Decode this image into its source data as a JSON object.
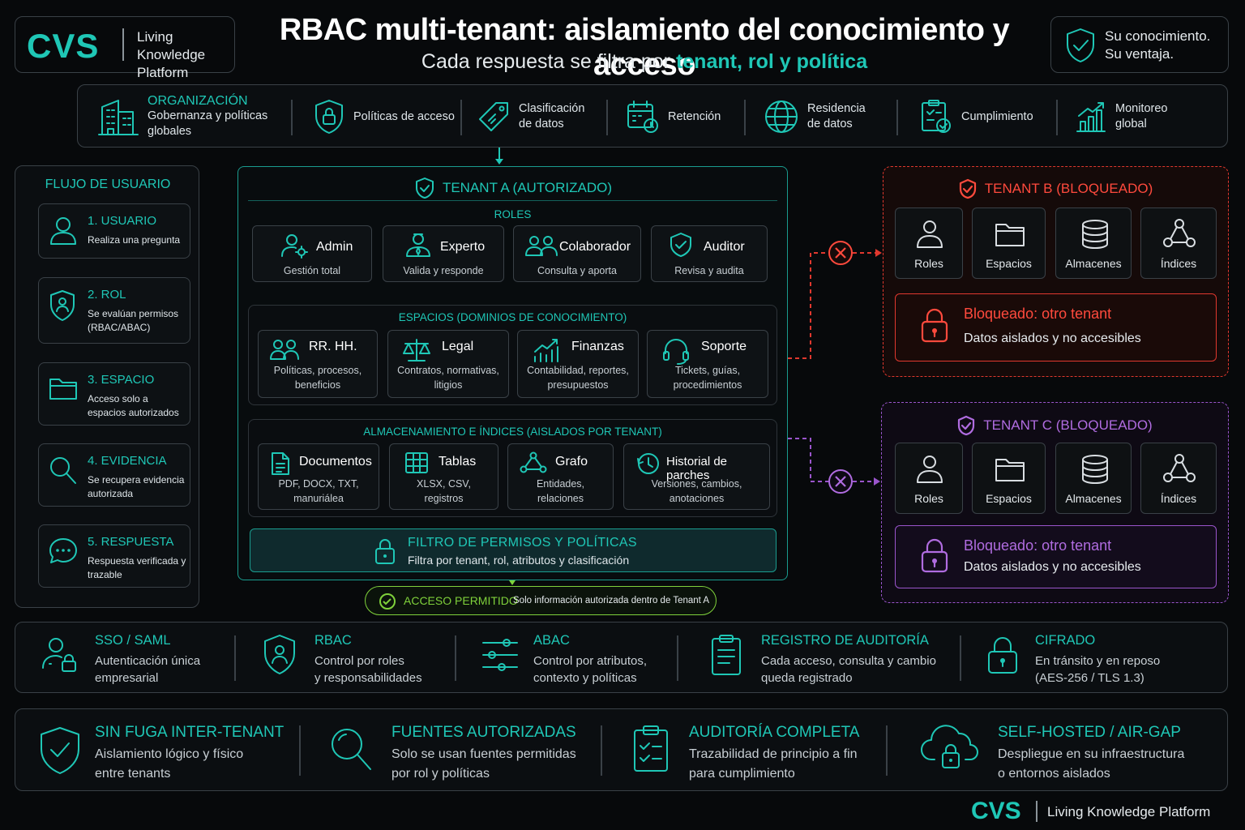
{
  "header": {
    "logo": "CVS",
    "logo_tagline_1": "Living Knowledge",
    "logo_tagline_2": "Platform",
    "title": "RBAC multi-tenant: aislamiento del conocimiento y acceso",
    "subtitle_prefix": "Cada respuesta se filtra por ",
    "subtitle_highlight": "tenant, rol y política",
    "motto_1": "Su conocimiento.",
    "motto_2": "Su ventaja."
  },
  "org_bar": {
    "items": [
      {
        "title": "ORGANIZACIÓN",
        "label": "Gobernanza y políticas globales",
        "icon": "building-icon"
      },
      {
        "label": "Políticas de acceso",
        "icon": "shield-lock-icon"
      },
      {
        "label": "Clasificación de datos",
        "icon": "tag-icon"
      },
      {
        "label": "Retención",
        "icon": "calendar-clock-icon"
      },
      {
        "label": "Residencia de datos",
        "icon": "globe-icon"
      },
      {
        "label": "Cumplimiento",
        "icon": "clipboard-check-icon"
      },
      {
        "label": "Monitoreo global",
        "icon": "bar-chart-icon"
      }
    ]
  },
  "user_flow": {
    "title": "FLUJO DE USUARIO",
    "steps": [
      {
        "title": "1. USUARIO",
        "desc": "Realiza una pregunta",
        "icon": "user-icon"
      },
      {
        "title": "2. ROL",
        "desc": "Se evalúan permisos (RBAC/ABAC)",
        "icon": "shield-user-icon"
      },
      {
        "title": "3. ESPACIO",
        "desc": "Acceso solo a espacios autorizados",
        "icon": "folder-icon"
      },
      {
        "title": "4. EVIDENCIA",
        "desc": "Se recupera evidencia autorizada",
        "icon": "search-icon"
      },
      {
        "title": "5. RESPUESTA",
        "desc": "Respuesta verificada y trazable",
        "icon": "chat-icon"
      }
    ]
  },
  "tenant_a": {
    "title": "TENANT A (AUTORIZADO)",
    "roles_title": "ROLES",
    "roles": [
      {
        "name": "Admin",
        "desc": "Gestión total"
      },
      {
        "name": "Experto",
        "desc": "Valida y responde"
      },
      {
        "name": "Colaborador",
        "desc": "Consulta y aporta"
      },
      {
        "name": "Auditor",
        "desc": "Revisa y audita"
      }
    ],
    "spaces_title": "ESPACIOS (DOMINIOS DE CONOCIMIENTO)",
    "spaces": [
      {
        "name": "RR. HH.",
        "desc": "Políticas, procesos, beneficios"
      },
      {
        "name": "Legal",
        "desc": "Contratos, normativas, litigios"
      },
      {
        "name": "Finanzas",
        "desc": "Contabilidad, reportes, presupuestos"
      },
      {
        "name": "Soporte",
        "desc": "Tickets, guías, procedimientos"
      }
    ],
    "storage_title": "ALMACENAMIENTO E ÍNDICES (AISLADOS POR TENANT)",
    "storage": [
      {
        "name": "Documentos",
        "desc": "PDF, DOCX, TXT, manuriálea"
      },
      {
        "name": "Tablas",
        "desc": "XLSX, CSV, registros"
      },
      {
        "name": "Grafo",
        "desc": "Entidades, relaciones"
      },
      {
        "name": "Historial de parches",
        "desc": "Versiones, cambios, anotaciones"
      }
    ],
    "filter_title": "FILTRO DE PERMISOS Y POLÍTICAS",
    "filter_desc": "Filtra por tenant, rol, atributos y clasificación",
    "access_label": "ACCESO PERMITIDO",
    "access_desc": "Solo información autorizada dentro de Tenant A"
  },
  "tenant_b": {
    "title": "TENANT B (BLOQUEADO)",
    "items": [
      "Roles",
      "Espacios",
      "Almacenes",
      "Índices"
    ],
    "blocked_title": "Bloqueado: otro tenant",
    "blocked_desc": "Datos aislados y no accesibles",
    "color": "#ff4a3d"
  },
  "tenant_c": {
    "title": "TENANT C (BLOQUEADO)",
    "items": [
      "Roles",
      "Espacios",
      "Almacenes",
      "Índices"
    ],
    "blocked_title": "Bloqueado: otro tenant",
    "blocked_desc": "Datos aislados y no accesibles",
    "color": "#b06ce0"
  },
  "security_bar": [
    {
      "title": "SSO / SAML",
      "desc1": "Autenticación única",
      "desc2": "empresarial"
    },
    {
      "title": "RBAC",
      "desc1": "Control por roles",
      "desc2": "y responsabilidades"
    },
    {
      "title": "ABAC",
      "desc1": "Control por atributos,",
      "desc2": "contexto y políticas"
    },
    {
      "title": "REGISTRO DE AUDITORÍA",
      "desc1": "Cada acceso, consulta y cambio",
      "desc2": "queda registrado"
    },
    {
      "title": "CIFRADO",
      "desc1": "En tránsito y en reposo",
      "desc2": "(AES-256 / TLS 1.3)"
    }
  ],
  "bottom_bar": [
    {
      "title": "SIN FUGA INTER-TENANT",
      "desc1": "Aislamiento lógico y físico",
      "desc2": "entre tenants"
    },
    {
      "title": "FUENTES AUTORIZADAS",
      "desc1": "Solo se usan fuentes permitidas",
      "desc2": "por rol y políticas"
    },
    {
      "title": "AUDITORÍA COMPLETA",
      "desc1": "Trazabilidad de principio a fin",
      "desc2": "para cumplimiento"
    },
    {
      "title": "SELF-HOSTED / AIR-GAP",
      "desc1": "Despliegue en su infraestructura",
      "desc2": "o entornos aislados"
    }
  ],
  "footer": {
    "logo": "CVS",
    "tagline": "Living Knowledge Platform"
  },
  "colors": {
    "accent": "#1fc7b6",
    "flow": "#7fd13b",
    "blocked_b": "#ff4a3d",
    "blocked_c": "#b06ce0"
  }
}
